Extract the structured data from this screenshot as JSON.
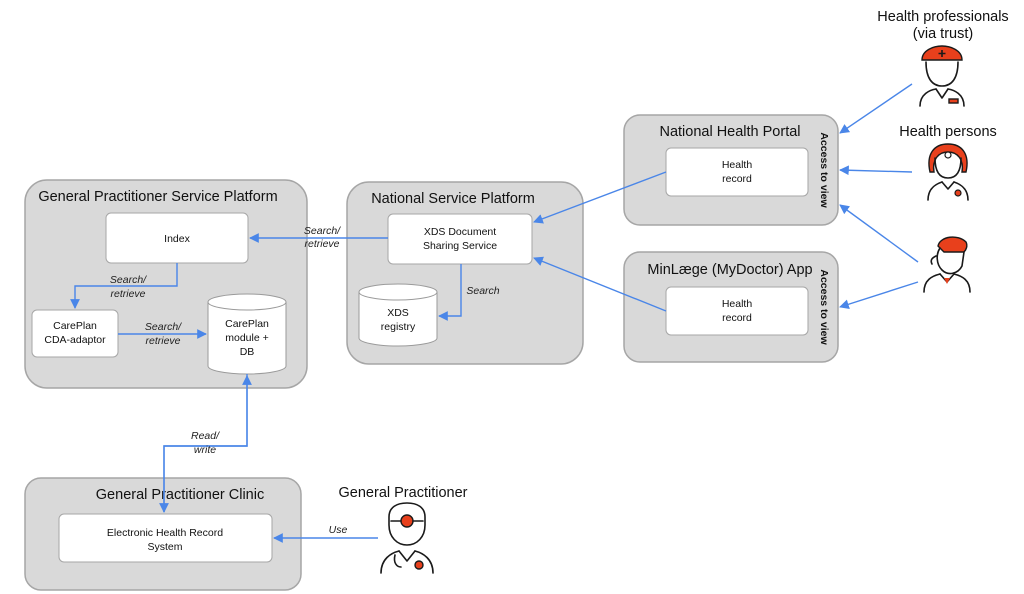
{
  "platforms": {
    "gp_service": "General Practitioner Service Platform",
    "national_service": "National Service Platform",
    "health_portal": "National Health Portal",
    "minlaege": "MinLæge (MyDoctor) App",
    "gp_clinic": "General Practitioner Clinic"
  },
  "boxes": {
    "index": "Index",
    "careplan_adaptor": [
      "CarePlan",
      "CDA-adaptor"
    ],
    "careplan_db": [
      "CarePlan",
      "module +",
      "DB"
    ],
    "xds_service": [
      "XDS Document",
      "Sharing Service"
    ],
    "xds_registry": [
      "XDS",
      "registry"
    ],
    "portal_record": [
      "Health",
      "record"
    ],
    "app_record": [
      "Health",
      "record"
    ],
    "ehr": [
      "Electronic Health Record",
      "System"
    ]
  },
  "edges": {
    "search_retrieve_1": [
      "Search/",
      "retrieve"
    ],
    "search_retrieve_2": [
      "Search/",
      "retrieve"
    ],
    "search_retrieve_3": [
      "Search/",
      "retrieve"
    ],
    "search": "Search",
    "read_write": [
      "Read/",
      "write"
    ],
    "use": "Use"
  },
  "side_labels": {
    "portal": "Access to view",
    "app": "Access to view"
  },
  "actors": {
    "health_professionals": [
      "Health professionals",
      "(via trust)"
    ],
    "health_persons": "Health persons",
    "general_practitioner": "General Practitioner"
  },
  "colors": {
    "arrow": "#4a86e8",
    "icon_accent": "#e8401c",
    "platform_fill": "#d9d9d9"
  },
  "icons": [
    "nurse-icon",
    "female-health-person-icon",
    "male-person-icon",
    "doctor-icon"
  ]
}
